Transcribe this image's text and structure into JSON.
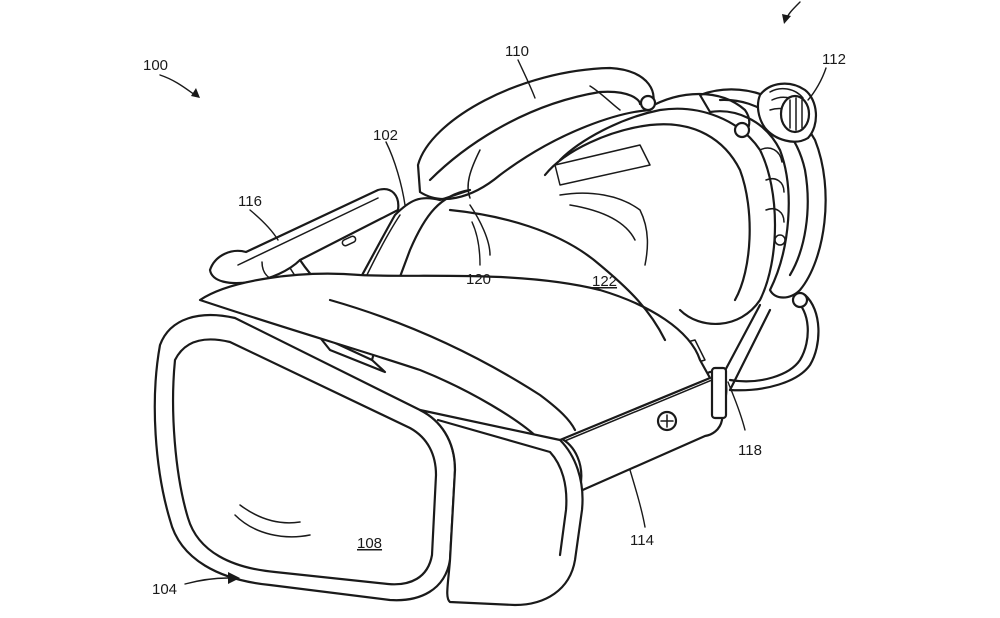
{
  "labels": {
    "r100": "100",
    "r102": "102",
    "r104": "104",
    "r108": "108",
    "r110": "110",
    "r112": "112",
    "r114": "114",
    "r116": "116",
    "r118": "118",
    "r120": "120",
    "r122": "122"
  }
}
